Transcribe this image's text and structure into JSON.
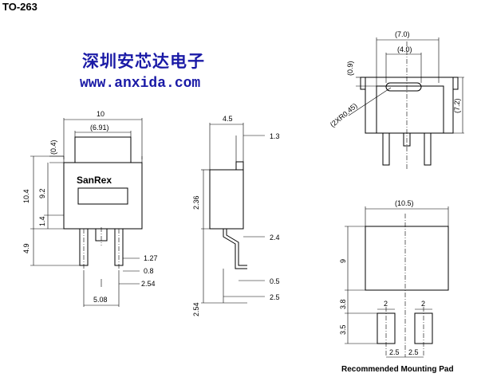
{
  "package_title": "TO-263",
  "watermark": {
    "company": "深圳安芯达电子",
    "url": "www.anxida.com",
    "color": "#1a1aa6"
  },
  "logo_text": "SanRex",
  "front_view": {
    "width": "10",
    "inner_width": "(6.91)",
    "tab_top": "(0.4)",
    "height": "10.4",
    "body_height": "9.2",
    "lead_offset": "1.4",
    "lead_length": "4.9",
    "lead_width": "1.27",
    "lead_thickness": "0.8",
    "pitch": "2.54",
    "lead_span": "5.08"
  },
  "side_view": {
    "depth": "4.5",
    "tab_thickness": "1.3",
    "body_height": "2.36",
    "standoff": "2.4",
    "lead_thk": "0.5",
    "foot": "2.5",
    "foot_height": "2.54"
  },
  "back_view": {
    "outer_width": "(7.0)",
    "inner_width": "(4.0)",
    "top_gap": "(0.9)",
    "slot_radius": "(2XR0.45)",
    "height": "(7.2)"
  },
  "mounting_pad": {
    "title": "Recommended Mounting Pad",
    "width": "(10.5)",
    "pad_height": "9",
    "gap": "3.8",
    "small_pad_w_left": "2",
    "small_pad_w_right": "2",
    "small_pad_h": "3.5",
    "pitch_left": "2.5",
    "pitch_right": "2.5"
  }
}
